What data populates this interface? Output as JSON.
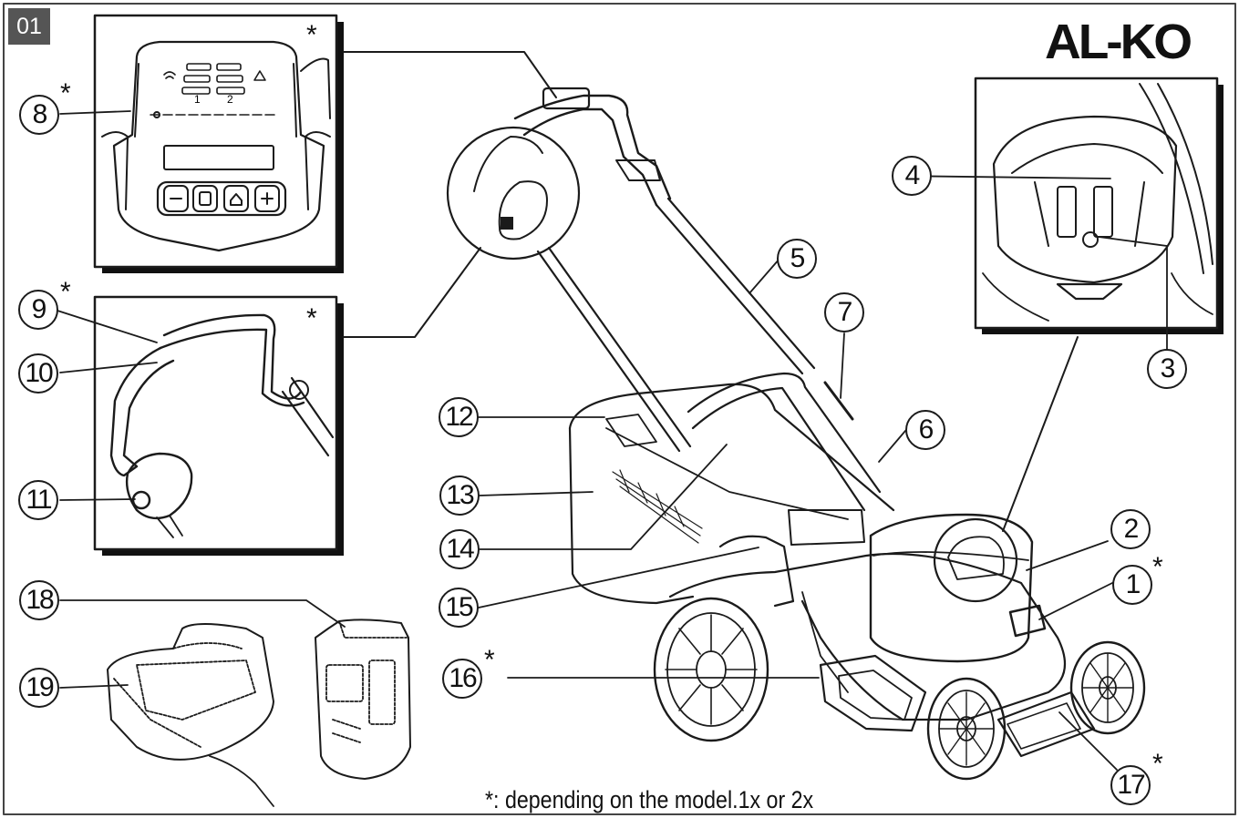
{
  "figure_label": "01",
  "brand": "AL-KO",
  "callouts": [
    {
      "number": "1",
      "star": "*"
    },
    {
      "number": "2",
      "star": ""
    },
    {
      "number": "3",
      "star": ""
    },
    {
      "number": "4",
      "star": ""
    },
    {
      "number": "5",
      "star": ""
    },
    {
      "number": "6",
      "star": ""
    },
    {
      "number": "7",
      "star": ""
    },
    {
      "number": "8",
      "star": "*"
    },
    {
      "number": "9",
      "star": "*"
    },
    {
      "number": "10",
      "star": ""
    },
    {
      "number": "11",
      "star": ""
    },
    {
      "number": "12",
      "star": ""
    },
    {
      "number": "13",
      "star": ""
    },
    {
      "number": "14",
      "star": ""
    },
    {
      "number": "15",
      "star": ""
    },
    {
      "number": "16",
      "star": "*"
    },
    {
      "number": "17",
      "star": "*"
    },
    {
      "number": "18",
      "star": ""
    },
    {
      "number": "19",
      "star": ""
    }
  ],
  "detail_boxes": {
    "control_panel_star": "*",
    "handle_star": "*"
  },
  "control_panel": {
    "level_labels": [
      "1",
      "2"
    ]
  },
  "footnote": "*: depending on the model.1x or 2x",
  "colors": {
    "ink": "#1b1b1b",
    "label_bg": "#555555",
    "shadow": "#111111"
  }
}
